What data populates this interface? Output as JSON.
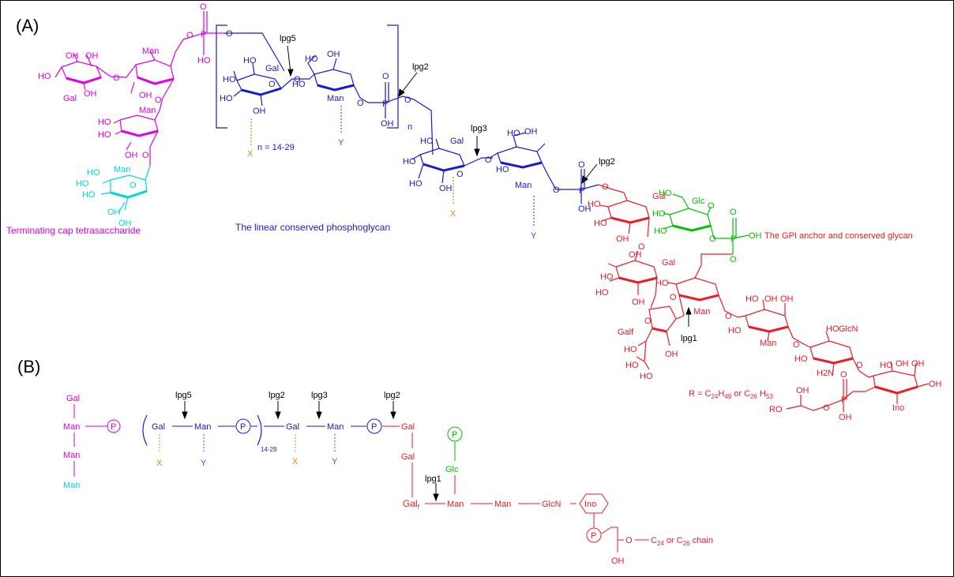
{
  "panels": {
    "a": "(A)",
    "b": "(B)"
  },
  "colors": {
    "magenta": "#e000e0",
    "blue": "#1a1acc",
    "red": "#ee1b24",
    "green": "#00c000",
    "cyan": "#00d8d8",
    "orange": "#e08a00",
    "purple": "#8a2be2",
    "black": "#000000"
  },
  "section_labels": {
    "cap": "Terminating cap tetrasaccharide",
    "linear": "The linear conserved phosphoglycan",
    "gpi": "The GPI anchor and conserved glycan"
  },
  "structure_a": {
    "sugars": {
      "man": "Man",
      "gal": "Gal",
      "glc": "Glc",
      "glcn": "GlcN",
      "ino": "Ino",
      "galf": "Galf"
    },
    "groups": {
      "oh": "OH",
      "ho": "HO",
      "p": "P",
      "o": "O",
      "h2n": "H2N",
      "ro": "RO"
    },
    "repeat_n": "n",
    "repeat_range": "n = 14-29",
    "substituents": {
      "x": "X",
      "y": "Y"
    },
    "enzymes": {
      "lpg1": "lpg1",
      "lpg2": "lpg2",
      "lpg3": "lpg3",
      "lpg5": "lpg5"
    },
    "r_group": {
      "prefix": "R = C",
      "sub1": "24",
      "mid1": "H",
      "sub2": "49",
      "mid2": " or C",
      "sub3": "26",
      "mid3": " H",
      "sub4": "53"
    }
  },
  "scheme_b": {
    "nodes": {
      "gal": "Gal",
      "man": "Man",
      "p": "P",
      "glc": "Glc",
      "galf_base": "Gal",
      "galf_sub": "f",
      "glcn": "GlcN",
      "ino": "Ino"
    },
    "repeat_subscript": "14-29",
    "substituents": {
      "x": "X",
      "y": "Y"
    },
    "enzymes": {
      "lpg1": "lpg1",
      "lpg2": "lpg2",
      "lpg3": "lpg3",
      "lpg5": "lpg5"
    },
    "chain": {
      "o": "O",
      "c": "C",
      "sub1": "24",
      "mid": " or C",
      "sub2": "26",
      "tail": " chain",
      "oh": "OH"
    }
  }
}
